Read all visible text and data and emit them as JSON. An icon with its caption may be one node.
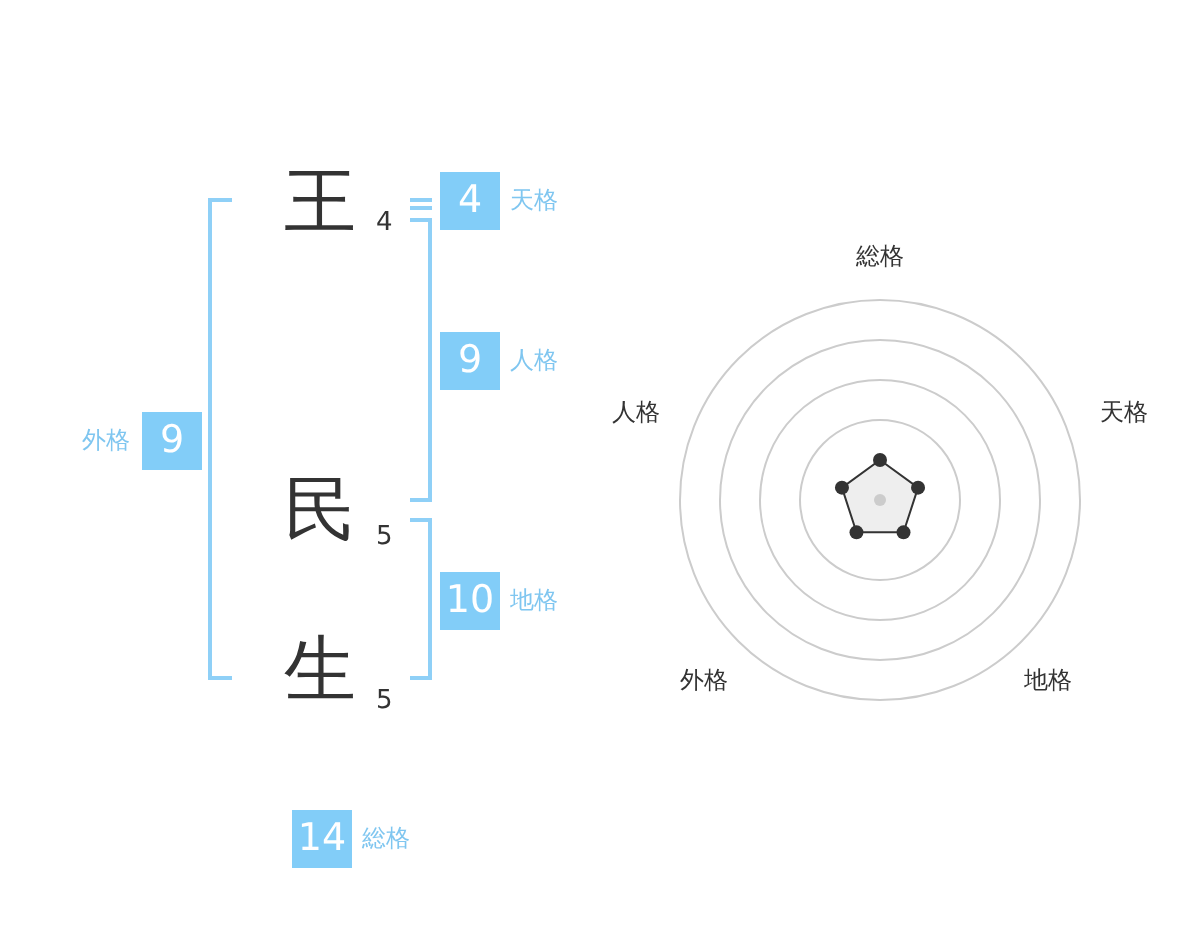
{
  "diagram": {
    "nodes": [
      {
        "text": [
          "4"
        ],
        "beside": [
          "天格"
        ]
      },
      {
        "text": [
          "9"
        ],
        "beside": [
          "人格"
        ]
      },
      {
        "text": [
          "9"
        ],
        "beside": [
          "外格"
        ]
      },
      {
        "text": [
          "10"
        ],
        "beside": [
          "地格"
        ]
      },
      {
        "text": [
          "14"
        ],
        "beside": [
          "総格"
        ]
      }
    ],
    "labels": [
      "王",
      "4",
      "民",
      "5",
      "生",
      "5",
      "総格",
      "人格",
      "天格",
      "外格",
      "地格"
    ]
  }
}
